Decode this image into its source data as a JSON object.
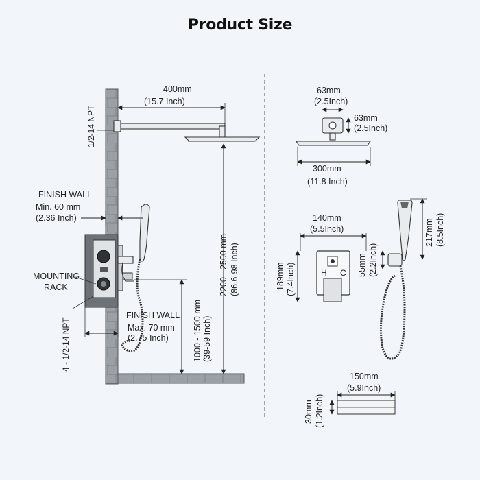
{
  "title": "Product Size",
  "colors": {
    "background": "#f2f6fa",
    "wall": "#9aa0a6",
    "line": "#222222",
    "fixture": "#e9ecef"
  },
  "left": {
    "arm_length": {
      "mm": "400mm",
      "inch": "(15.7 Inch)"
    },
    "top_npt": "1/2-14 NPT",
    "finish_wall_top": "FINISH  WALL",
    "min_depth": {
      "mm": "Min. 60 mm",
      "inch": "(2.36 Inch)"
    },
    "mounting_rack": [
      "MOUNTING",
      "RACK"
    ],
    "finish_wall_bottom": "FINISH  WALL",
    "max_depth": {
      "mm": "Max. 70 mm",
      "inch": "(2.75 Inch)"
    },
    "bottom_npt": "4 - 1/2-14 NPT",
    "valve_height": {
      "mm": "1000 - 1500 mm",
      "inch": "(39-59 Inch)"
    },
    "head_height": {
      "mm": "2200 - 2500 mm",
      "inch": "(86.6-98 Inch)"
    }
  },
  "right": {
    "flange_width": {
      "mm": "63mm",
      "inch": "(2.5Inch)"
    },
    "flange_height": {
      "mm": "63mm",
      "inch": "(2.5Inch)"
    },
    "head_width": {
      "mm": "300mm",
      "inch": "(11.8 Inch)"
    },
    "plate_width": {
      "mm": "140mm",
      "inch": "(5.5Inch)"
    },
    "plate_height": {
      "mm": "189mm",
      "inch": "(7.4Inch)"
    },
    "plate_letters": {
      "h": "H",
      "c": "C"
    },
    "holder_height": {
      "mm": "55mm",
      "inch": "(2.2Inch)"
    },
    "handheld_length": {
      "mm": "217mm",
      "inch": "(8.5Inch)"
    },
    "box_width": {
      "mm": "150mm",
      "inch": "(5.9Inch)"
    },
    "box_height": {
      "mm": "30mm",
      "inch": "(1.2Inch)"
    }
  }
}
